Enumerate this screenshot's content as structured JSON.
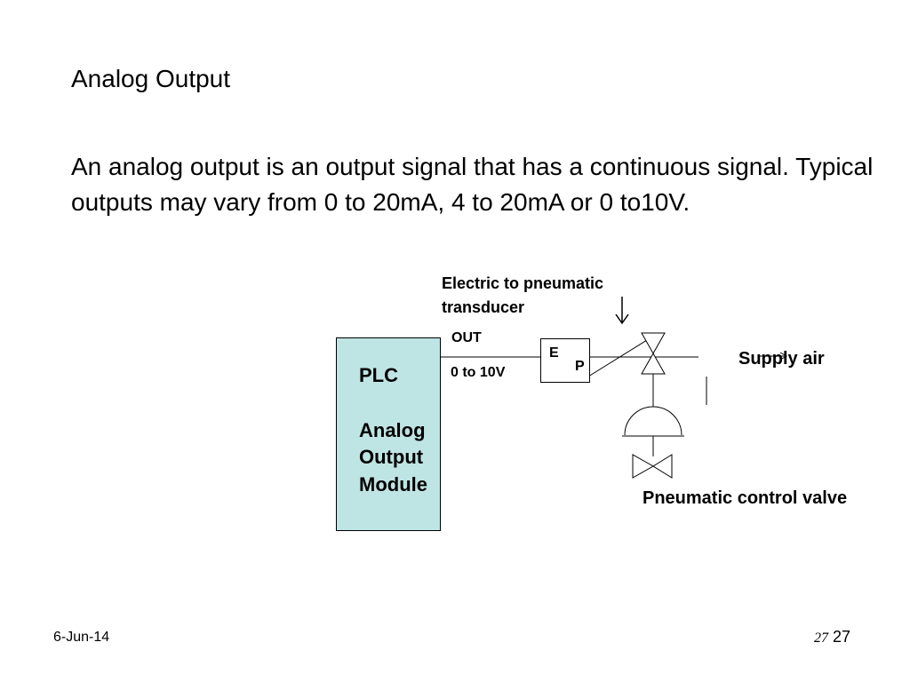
{
  "slide": {
    "title": "Analog Output",
    "body": "An analog output is an output signal that has a continuous signal. Typical outputs may vary from 0 to 20mA, 4 to 20mA or 0 to10V."
  },
  "diagram": {
    "transducer_label_line1": "Electric to pneumatic",
    "transducer_label_line2": "transducer",
    "signal_out_label": "OUT",
    "signal_range_label": "0 to 10V",
    "ep_e": "E",
    "ep_p": "P",
    "supply_air_label": "Supply air",
    "valve_label": "Pneumatic control valve",
    "plc_line1": "PLC",
    "plc_line2": "Analog",
    "plc_line3": "Output",
    "plc_line4": "Module",
    "colors": {
      "plc_fill": "#bfe4e4",
      "line": "#000000"
    }
  },
  "footer": {
    "date": "6-Jun-14",
    "page_small": "27",
    "page_number": "27"
  }
}
